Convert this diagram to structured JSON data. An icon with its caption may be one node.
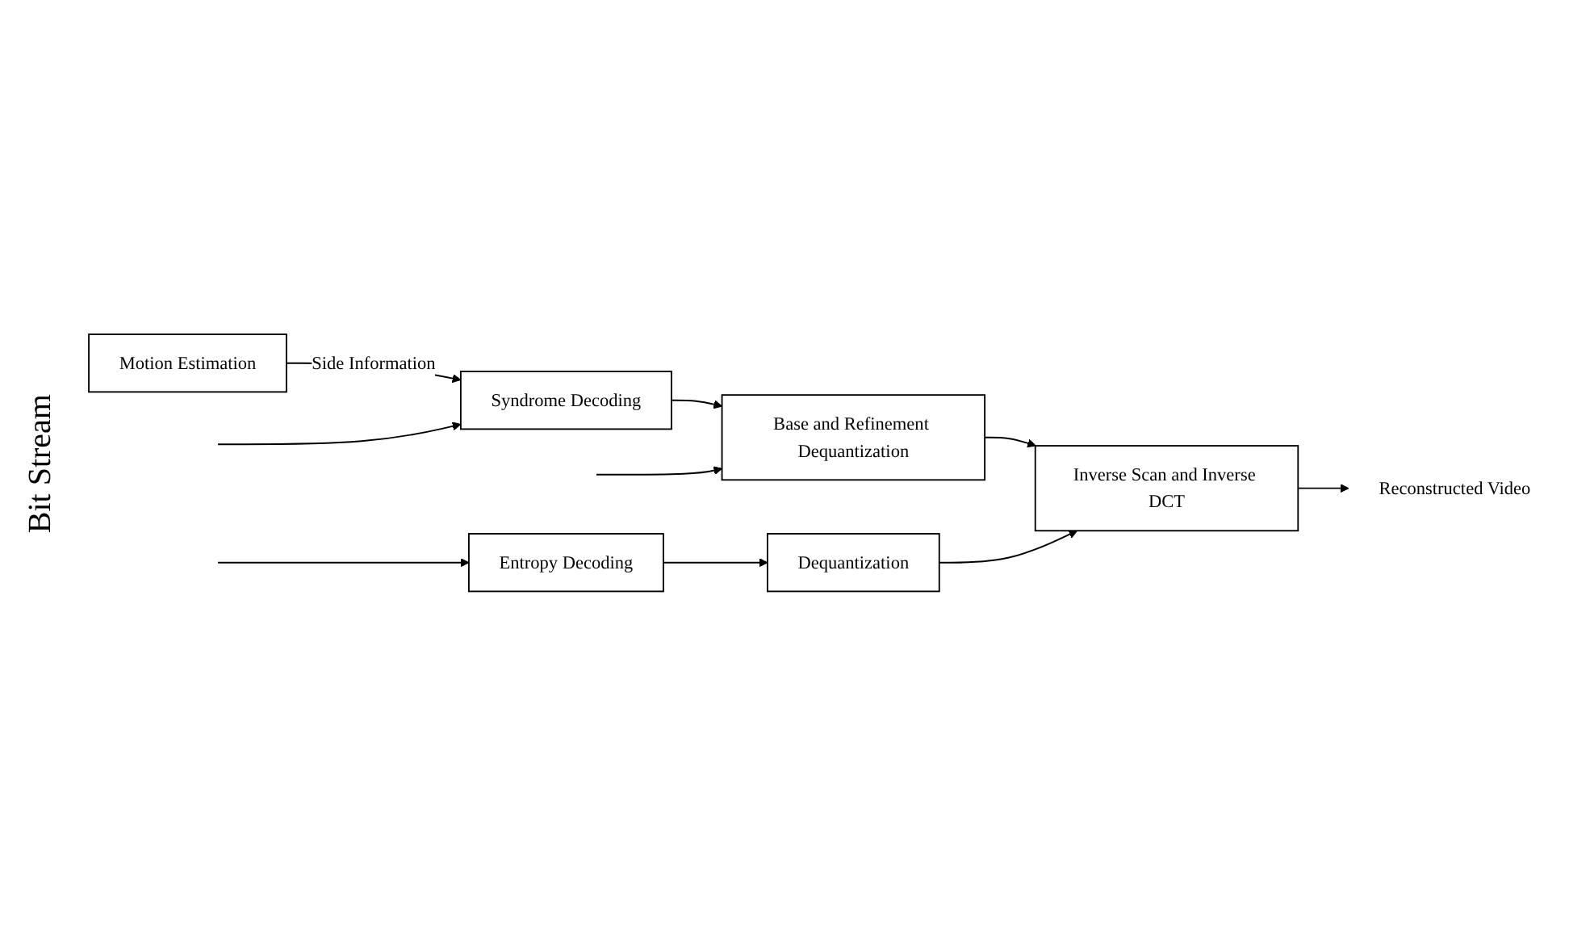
{
  "diagram": {
    "nodes": [
      {
        "text": [
          "Motion Estimation"
        ]
      },
      {
        "text": [
          "Syndrome Decoding"
        ]
      },
      {
        "text": [
          "Base and Refinement Dequantization"
        ]
      },
      {
        "text": [
          "Entropy Decoding"
        ]
      },
      {
        "text": [
          "Dequantization"
        ]
      },
      {
        "text": [
          "Inverse Scan and Inverse DCT"
        ]
      },
      {
        "text": [
          "Reconstructed Video"
        ]
      }
    ],
    "edges": [
      {
        "from": 0,
        "to": 1,
        "arrow": "to",
        "label": "Side Information"
      },
      {
        "from": null,
        "to": 1,
        "arrow": "to"
      },
      {
        "from": 1,
        "to": 2,
        "arrow": "to"
      },
      {
        "from": null,
        "to": 2,
        "arrow": "to"
      },
      {
        "from": null,
        "to": 3,
        "arrow": "to"
      },
      {
        "from": 3,
        "to": 4,
        "arrow": "to"
      },
      {
        "from": 2,
        "to": 5,
        "arrow": "to"
      },
      {
        "from": 4,
        "to": 5,
        "arrow": "to"
      },
      {
        "from": 5,
        "to": 6,
        "arrow": "to"
      }
    ],
    "labels": [
      "Bit Stream"
    ]
  }
}
